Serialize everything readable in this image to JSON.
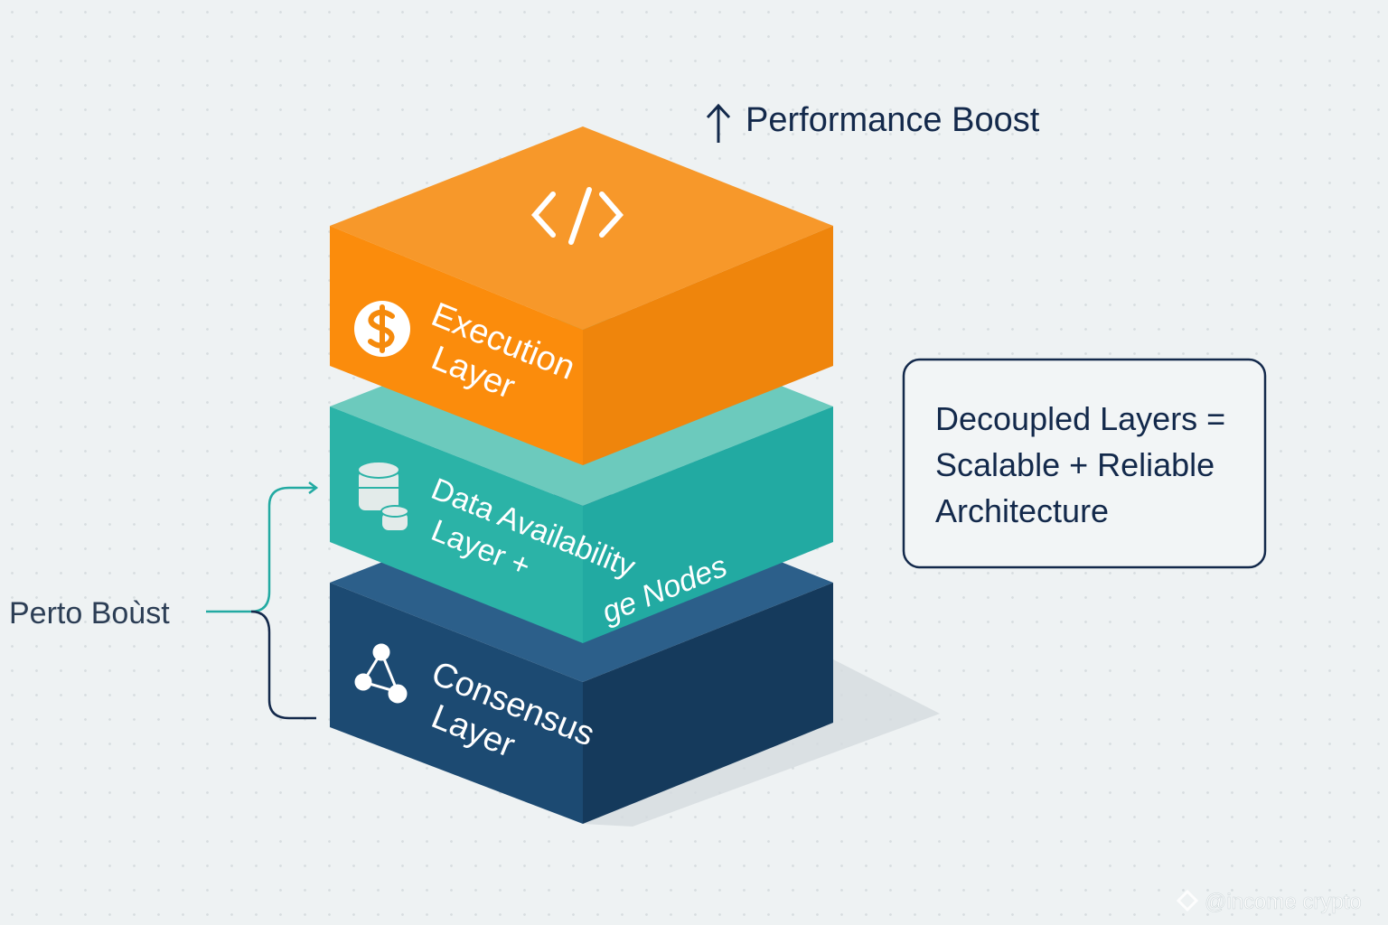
{
  "header": {
    "boost_label": "Performance Boost",
    "arrow_icon": "arrow-up-icon"
  },
  "layers": [
    {
      "title_line1": "Execution",
      "title_line2": "Layer",
      "icon": "dollar-icon",
      "top_icon": "code-icon",
      "color": "#f58a0c"
    },
    {
      "title_line1": "Data Availability",
      "title_line2": "Layer +",
      "side_text": "ge Nodes",
      "icon": "database-icon",
      "color": "#22ada5"
    },
    {
      "title_line1": "Consensus",
      "title_line2": "Layer",
      "icon": "network-nodes-icon",
      "color": "#173f62"
    }
  ],
  "bracket": {
    "label": "Perto Boùst"
  },
  "callout": {
    "line1": "Decoupled Layers =",
    "line2": "Scalable + Reliable",
    "line3": "Architecture"
  },
  "watermark": {
    "text": "@income crypto"
  }
}
